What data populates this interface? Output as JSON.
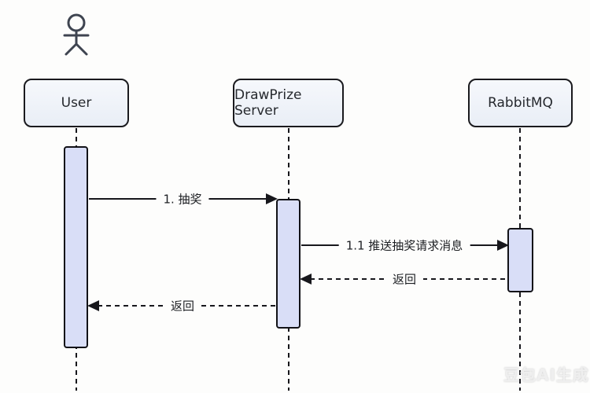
{
  "diagram": {
    "type": "sequence-diagram",
    "actor": {
      "icon": "stick-figure-actor",
      "attached_to": "User"
    },
    "participants": [
      {
        "name": "User"
      },
      {
        "name": "DrawPrize Server"
      },
      {
        "name": "RabbitMQ"
      }
    ],
    "messages": [
      {
        "label": "1. 抽奖",
        "from": "User",
        "to": "DrawPrize Server",
        "style": "solid",
        "direction": "right"
      },
      {
        "label": "1.1 推送抽奖请求消息",
        "from": "DrawPrize Server",
        "to": "RabbitMQ",
        "style": "solid",
        "direction": "right"
      },
      {
        "label": "返回",
        "from": "RabbitMQ",
        "to": "DrawPrize Server",
        "style": "dashed",
        "direction": "left"
      },
      {
        "label": "返回",
        "from": "DrawPrize Server",
        "to": "User",
        "style": "dashed",
        "direction": "left"
      }
    ],
    "watermark": "豆包AI生成",
    "colors": {
      "background": "#fdfdfc",
      "box_fill_top": "#f6f8fc",
      "box_fill_bottom": "#e9eef6",
      "activation_fill": "#d9def7",
      "line": "#17171c"
    }
  }
}
